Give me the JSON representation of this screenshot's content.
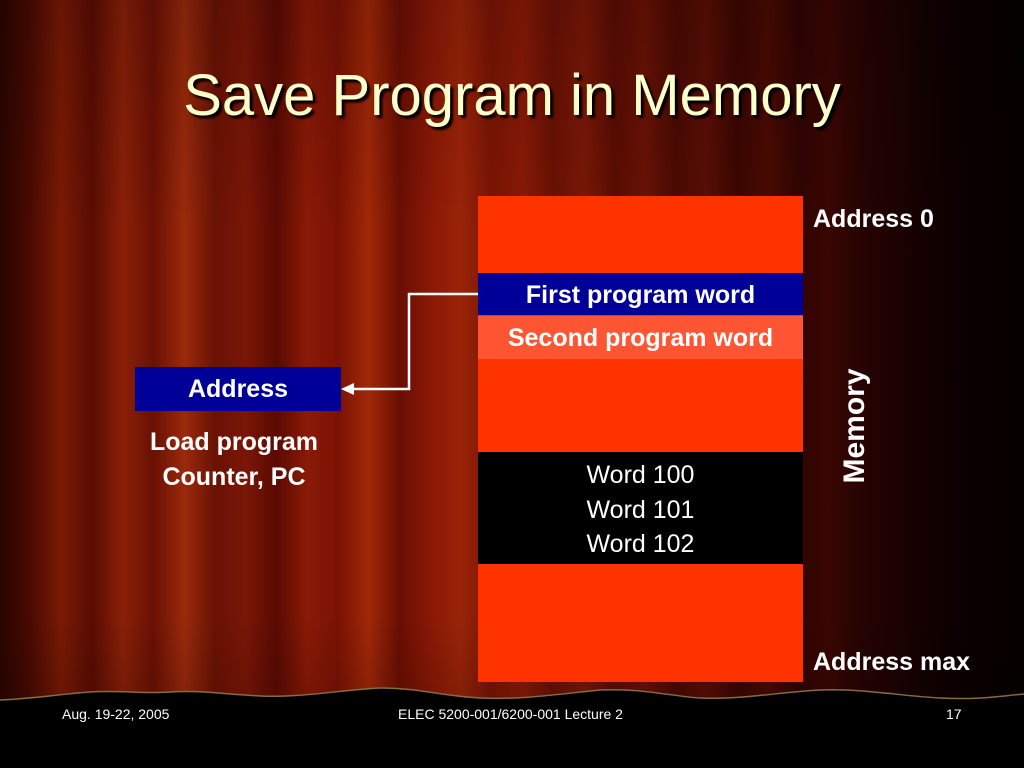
{
  "title": "Save Program in Memory",
  "memory": {
    "first_word": "First program word",
    "second_word": "Second program word",
    "words": [
      "Word 100",
      "Word 101",
      "Word 102"
    ],
    "address_top": "Address 0",
    "address_bottom": "Address max",
    "label": "Memory"
  },
  "pc": {
    "box_label": "Address",
    "caption_line1": "Load program",
    "caption_line2": "Counter, PC"
  },
  "footer": {
    "date": "Aug. 19-22, 2005",
    "course": "ELEC 5200-001/6200-001 Lecture 2",
    "page": "17"
  },
  "colors": {
    "memory_block": "#ff3300",
    "highlight_box": "#000099",
    "second_word": "#ff5533",
    "title_text": "#ffffcc"
  }
}
